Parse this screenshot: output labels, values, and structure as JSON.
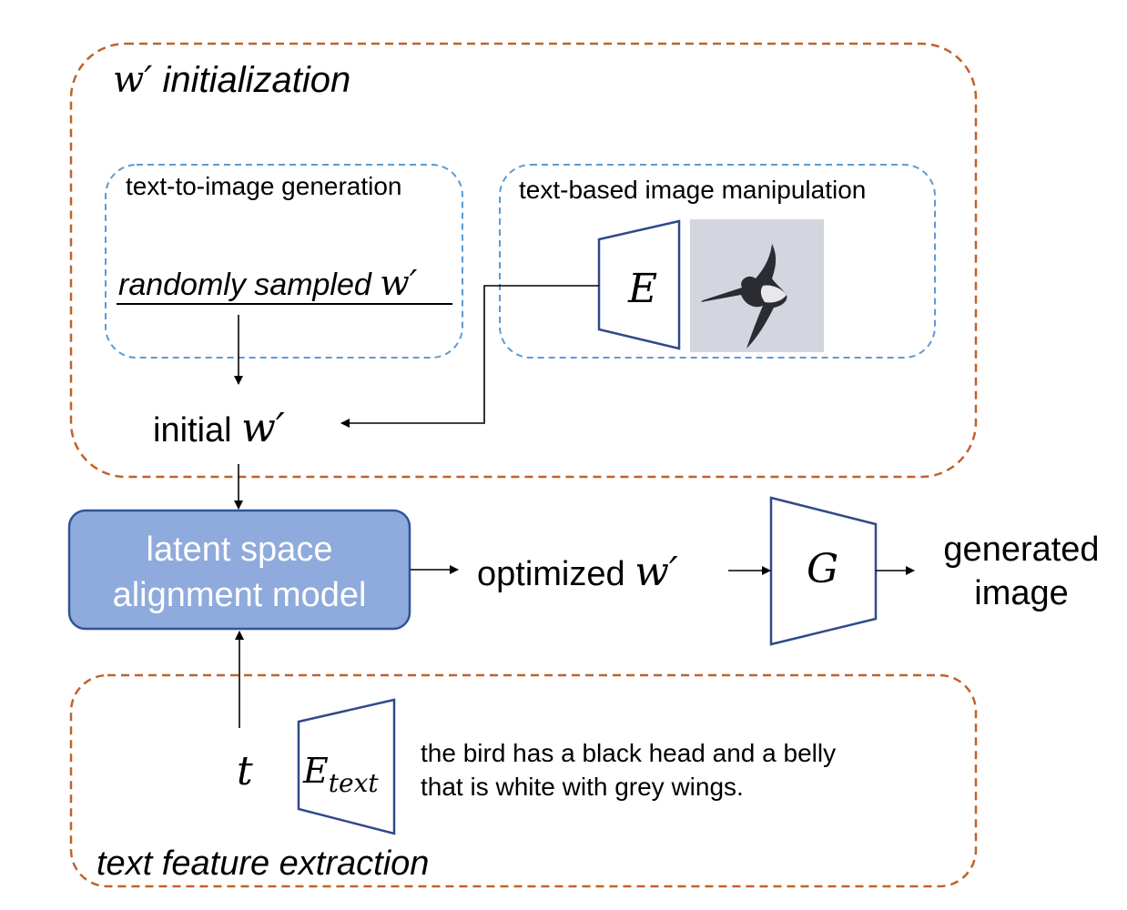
{
  "colors": {
    "outer_box": "#C0622A",
    "inner_box": "#5B9BD5",
    "model_fill": "#8FAADC",
    "model_stroke": "#2F5597",
    "trapezoid": "#2F4A8A",
    "model_text": "#ffffff",
    "arrow": "#000000"
  },
  "init_group": {
    "title_var": "w′",
    "title_rest": "initialization"
  },
  "t2i_box": {
    "title": "text-to-image generation",
    "sampled_text": "randomly sampled",
    "sampled_var": "w′"
  },
  "manip_box": {
    "title": "text-based image manipulation",
    "encoder_label": "E",
    "bird_image": "bird-photo"
  },
  "initial": {
    "text": "initial",
    "var": "w′"
  },
  "model": {
    "line1": "latent space",
    "line2": "alignment model"
  },
  "optimized": {
    "text": "optimized",
    "var": "w′"
  },
  "generator": {
    "label": "G"
  },
  "output": {
    "line1": "generated",
    "line2": "image"
  },
  "text_group": {
    "title": "text feature extraction",
    "t_label": "t",
    "encoder_base": "E",
    "encoder_sub": "text",
    "caption_line1": "the bird has a black head and a belly",
    "caption_line2": "that is white with grey wings."
  }
}
